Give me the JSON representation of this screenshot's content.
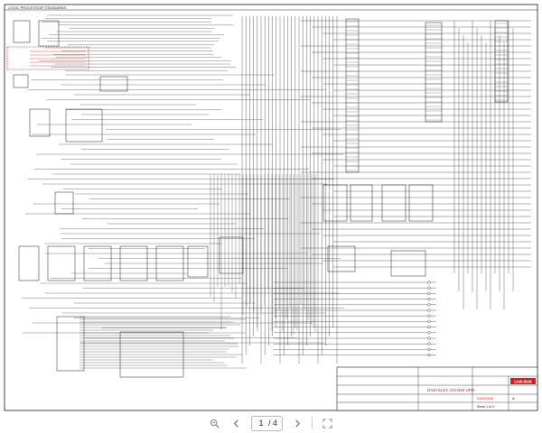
{
  "document": {
    "header_title": "LOGIC PROCESSOR STANDARDS",
    "company": "Link-Belt",
    "drawing_title": "D310 ELEC SCHEM UPR",
    "drawing_number": "S4001155",
    "sheet_label": "Sheet 1 of 4",
    "rev_label": "A"
  },
  "toolbar": {
    "current_page": "1",
    "total_pages": "/ 4"
  },
  "colors": {
    "wire": "#1c1c1c",
    "highlight": "#d22020",
    "paper": "#ffffff"
  }
}
